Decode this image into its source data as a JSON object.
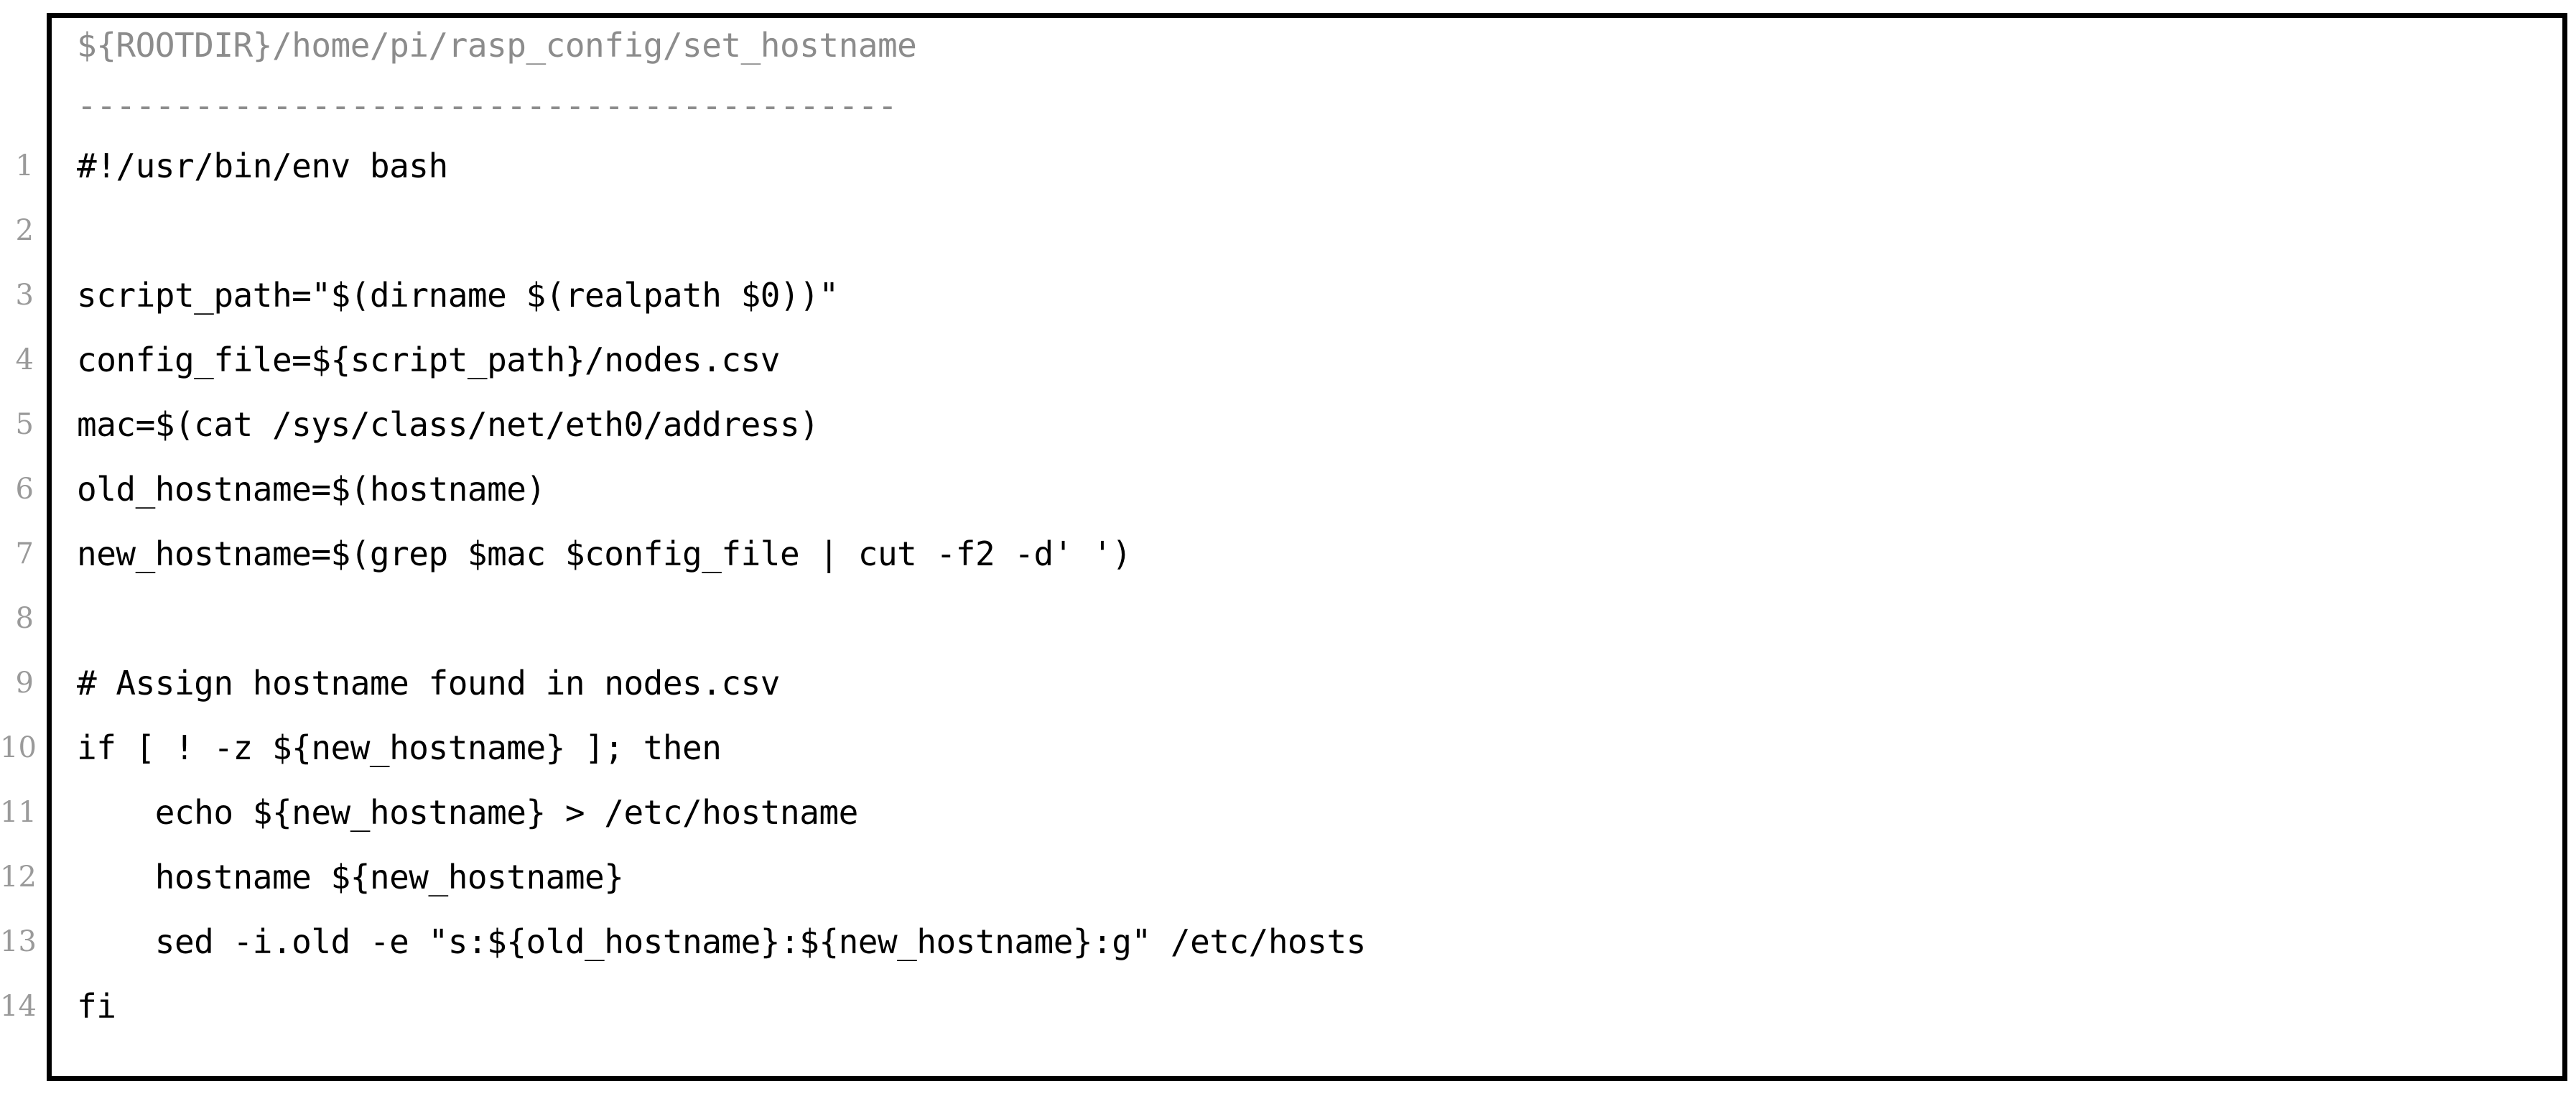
{
  "listing": {
    "header_path": "${ROOTDIR}/home/pi/rasp_config/set_hostname",
    "separator": "------------------------------------------",
    "language": "bash",
    "colors": {
      "frame_border": "#000000",
      "code_text": "#000000",
      "header_text": "#8c8c8c",
      "separator_text": "#8c8c8c",
      "line_number_text": "#9a9a9a",
      "background": "#ffffff"
    },
    "lines": [
      {
        "number": "1",
        "text": "#!/usr/bin/env bash"
      },
      {
        "number": "2",
        "text": ""
      },
      {
        "number": "3",
        "text": "script_path=\"$(dirname $(realpath $0))\""
      },
      {
        "number": "4",
        "text": "config_file=${script_path}/nodes.csv"
      },
      {
        "number": "5",
        "text": "mac=$(cat /sys/class/net/eth0/address)"
      },
      {
        "number": "6",
        "text": "old_hostname=$(hostname)"
      },
      {
        "number": "7",
        "text": "new_hostname=$(grep $mac $config_file | cut -f2 -d' ')"
      },
      {
        "number": "8",
        "text": ""
      },
      {
        "number": "9",
        "text": "# Assign hostname found in nodes.csv"
      },
      {
        "number": "10",
        "text": "if [ ! -z ${new_hostname} ]; then"
      },
      {
        "number": "11",
        "text": "    echo ${new_hostname} > /etc/hostname"
      },
      {
        "number": "12",
        "text": "    hostname ${new_hostname}"
      },
      {
        "number": "13",
        "text": "    sed -i.old -e \"s:${old_hostname}:${new_hostname}:g\" /etc/hosts"
      },
      {
        "number": "14",
        "text": "fi"
      }
    ]
  }
}
